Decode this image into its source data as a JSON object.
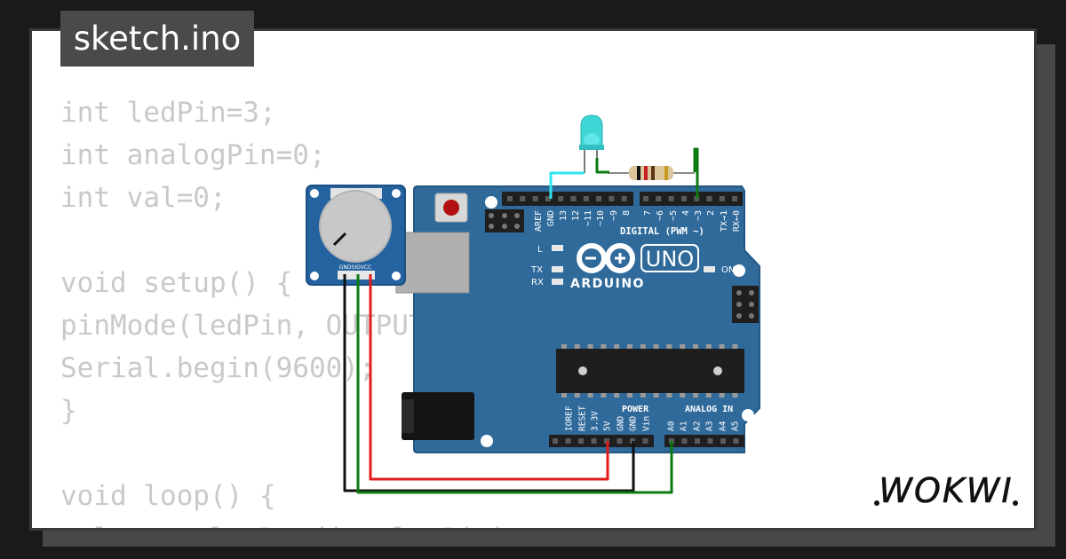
{
  "file_tab": {
    "label": "sketch.ino"
  },
  "code_lines": [
    "int ledPin=3;",
    "int analogPin=0;",
    "int val=0;",
    "",
    "void setup() {",
    "pinMode(ledPin, OUTPUT);",
    "Serial.begin(9600);",
    "}",
    "",
    "void loop() {",
    "val = analogRead(analogPin);"
  ],
  "board": {
    "name_badge": "UNO",
    "brand": "ARDUINO",
    "on_label": "ON",
    "led_labels": {
      "l": "L",
      "tx": "TX",
      "rx": "RX"
    },
    "digital_header": "DIGITAL (PWM ~)",
    "digital_pins": [
      "AREF",
      "GND",
      "13",
      "12",
      "~11",
      "~10",
      "~9",
      "8",
      "7",
      "~6",
      "~5",
      "4",
      "~3",
      "2",
      "TX→1",
      "RX←0"
    ],
    "power_header": "POWER",
    "power_pins": [
      "IOREF",
      "RESET",
      "3.3V",
      "5V",
      "GND",
      "GND",
      "Vin"
    ],
    "analog_header": "ANALOG IN",
    "analog_pins": [
      "A0",
      "A1",
      "A2",
      "A3",
      "A4",
      "A5"
    ]
  },
  "potentiometer": {
    "pin_labels": "GNDSIGVCC"
  },
  "colors": {
    "board": "#2f6a9b",
    "board_dark": "#245781",
    "wire_red": "#e01b1b",
    "wire_black": "#111111",
    "wire_green": "#0c7a12",
    "wire_cyan": "#2ee6f0",
    "led": "#3fd6d6"
  },
  "branding": {
    "logo_text": "WOKWI"
  }
}
